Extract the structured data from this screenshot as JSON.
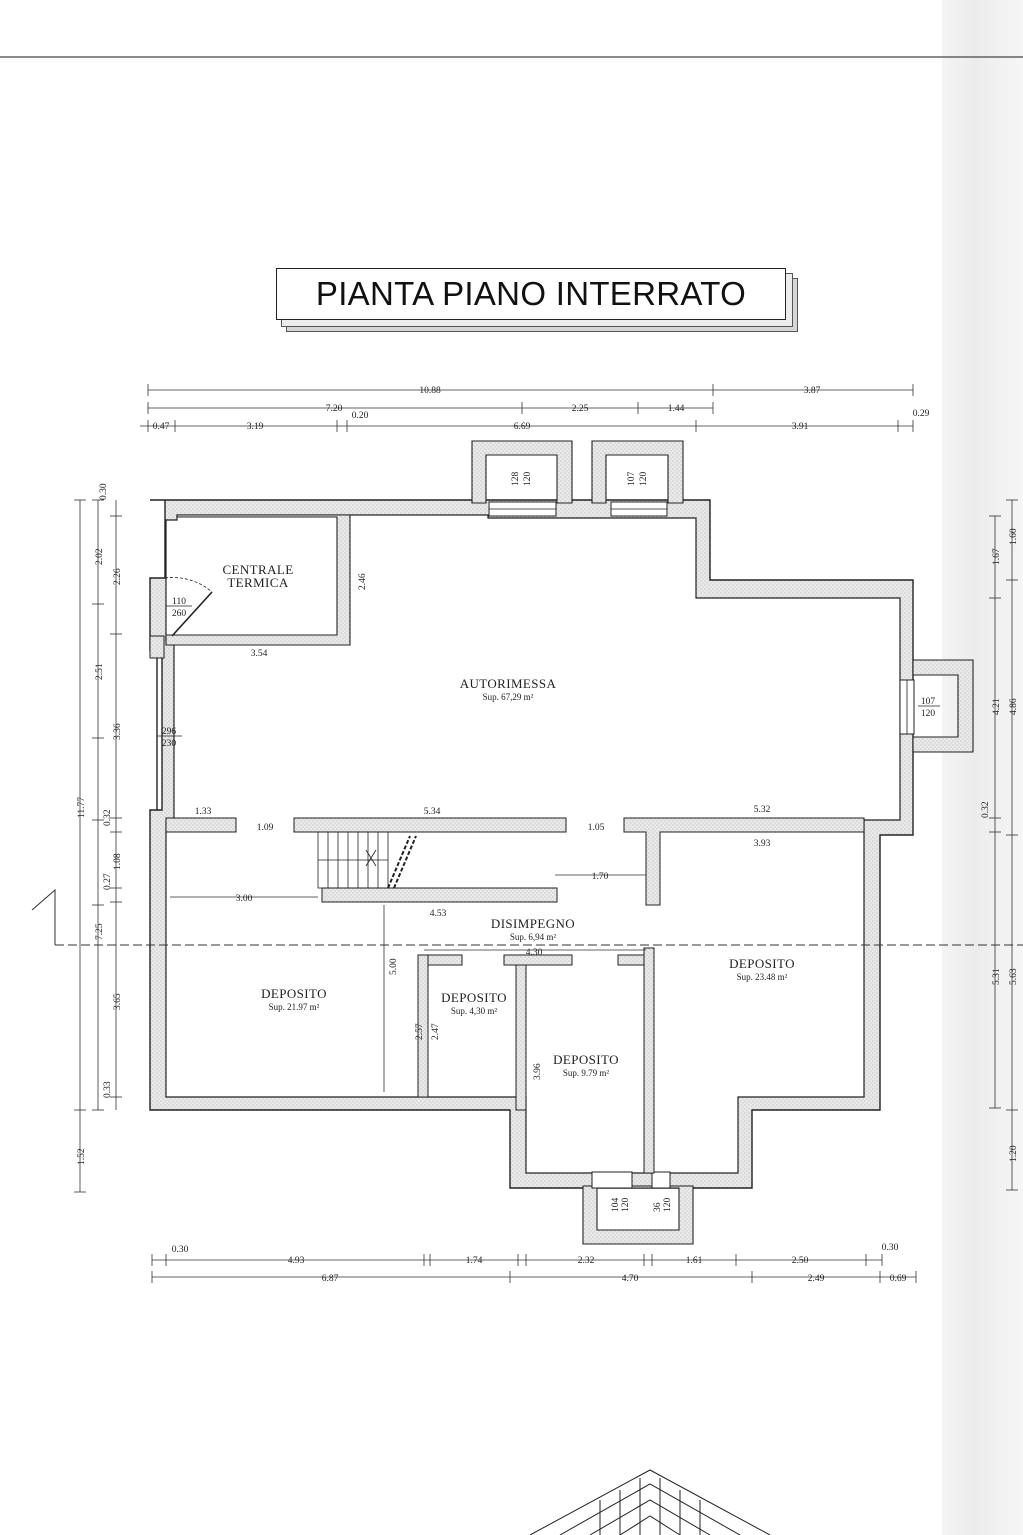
{
  "title": "PIANTA PIANO INTERRATO",
  "rooms": {
    "centrale_termica": {
      "name_line1": "CENTRALE",
      "name_line2": "TERMICA"
    },
    "autorimessa": {
      "name": "AUTORIMESSA",
      "area": "Sup. 67,29 m²"
    },
    "disimpegno": {
      "name": "DISIMPEGNO",
      "area": "Sup. 6,94 m²"
    },
    "deposito_left": {
      "name": "DEPOSITO",
      "area": "Sup. 21.97 m²"
    },
    "deposito_small": {
      "name": "DEPOSITO",
      "area": "Sup. 4,30 m²"
    },
    "deposito_center": {
      "name": "DEPOSITO",
      "area": "Sup. 9.79 m²"
    },
    "deposito_right": {
      "name": "DEPOSITO",
      "area": "Sup. 23.48 m²"
    }
  },
  "openings": {
    "door_ct_w": "110",
    "door_ct_h": "260",
    "garage_door_w": "296",
    "garage_door_h": "230",
    "win_top1_w": "128",
    "win_top1_h": "120",
    "win_top2_w": "107",
    "win_top2_h": "120",
    "win_right_w": "107",
    "win_right_h": "120",
    "win_bottom1_w": "104",
    "win_bottom1_h": "120",
    "win_bottom2_w": "36",
    "win_bottom2_h": "120"
  },
  "dims_top": {
    "r1_a": "10.88",
    "r1_b": "3.87",
    "r2_a": "7.20",
    "r2_b": "2.25",
    "r2_c": "1.44",
    "r3_a": "0.47",
    "r3_b": "3.19",
    "r3_c": "0.20",
    "r3_d": "6.69",
    "r3_e": "3.91",
    "r3_f": "0.29"
  },
  "dims_left": {
    "total": "11.77",
    "bottom": "1.52",
    "a": "0.30",
    "b": "2.02",
    "c": "2.26",
    "d": "2.51",
    "e": "3.36",
    "f": "0.32",
    "g": "0.27",
    "h": "1.08",
    "i": "7.25",
    "j": "3.65",
    "k": "0.33"
  },
  "dims_right": {
    "a": "1.67",
    "b": "1.60",
    "c": "4.21",
    "d": "4.86",
    "e": "0.32",
    "f": "5.31",
    "g": "5.63",
    "h": "1.20"
  },
  "dims_bottom": {
    "r1_a": "0.30",
    "r1_b": "4.93",
    "r1_c": "1.74",
    "r1_d": "2.32",
    "r1_e": "1.61",
    "r1_f": "2.50",
    "r1_g": "0.30",
    "r2_a": "6.87",
    "r2_b": "4.70",
    "r2_c": "2.49",
    "r2_d": "0.69"
  },
  "dims_interior": {
    "ct_h": "2.46",
    "ct_w": "3.54",
    "wall_a": "1.33",
    "gap_a": "1.09",
    "wall_b": "5.34",
    "gap_b": "1.05",
    "wall_c": "5.32",
    "right_dep_w": "3.93",
    "corr": "1.70",
    "dep_w": "3.00",
    "stair_wall": "4.53",
    "dep_h": "5.00",
    "small_w": "4.30",
    "small_h1": "2.57",
    "small_h2": "2.47",
    "center_h": "3.96"
  }
}
